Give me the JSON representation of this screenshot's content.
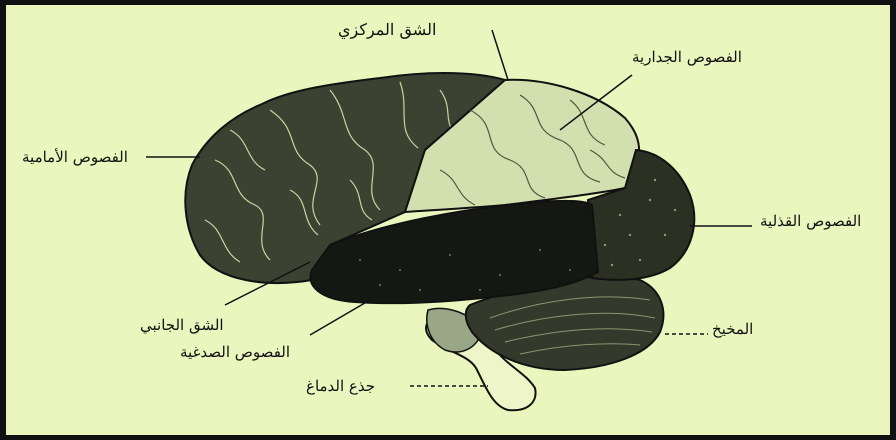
{
  "diagram": {
    "labels": {
      "central_sulcus": "الشق المركزي",
      "parietal_lobe": "الفصوص الجدارية",
      "frontal_lobe": "الفصوص الأمامية",
      "occipital_lobe": "الفصوص القذلية",
      "lateral_sulcus": "الشق الجانبي",
      "temporal_lobe": "الفصوص الصدغية",
      "cerebellum": "المخيخ",
      "brain_stem": "جذع الدماغ"
    },
    "colors": {
      "background": "#eaf6bd",
      "frontal": "#3c4232",
      "parietal": "#d2dfae",
      "temporal": "#151812",
      "occipital": "#2b3022",
      "cerebellum": "#333a2c",
      "brain_stem": "#eef5c8",
      "outline": "#111111"
    }
  }
}
